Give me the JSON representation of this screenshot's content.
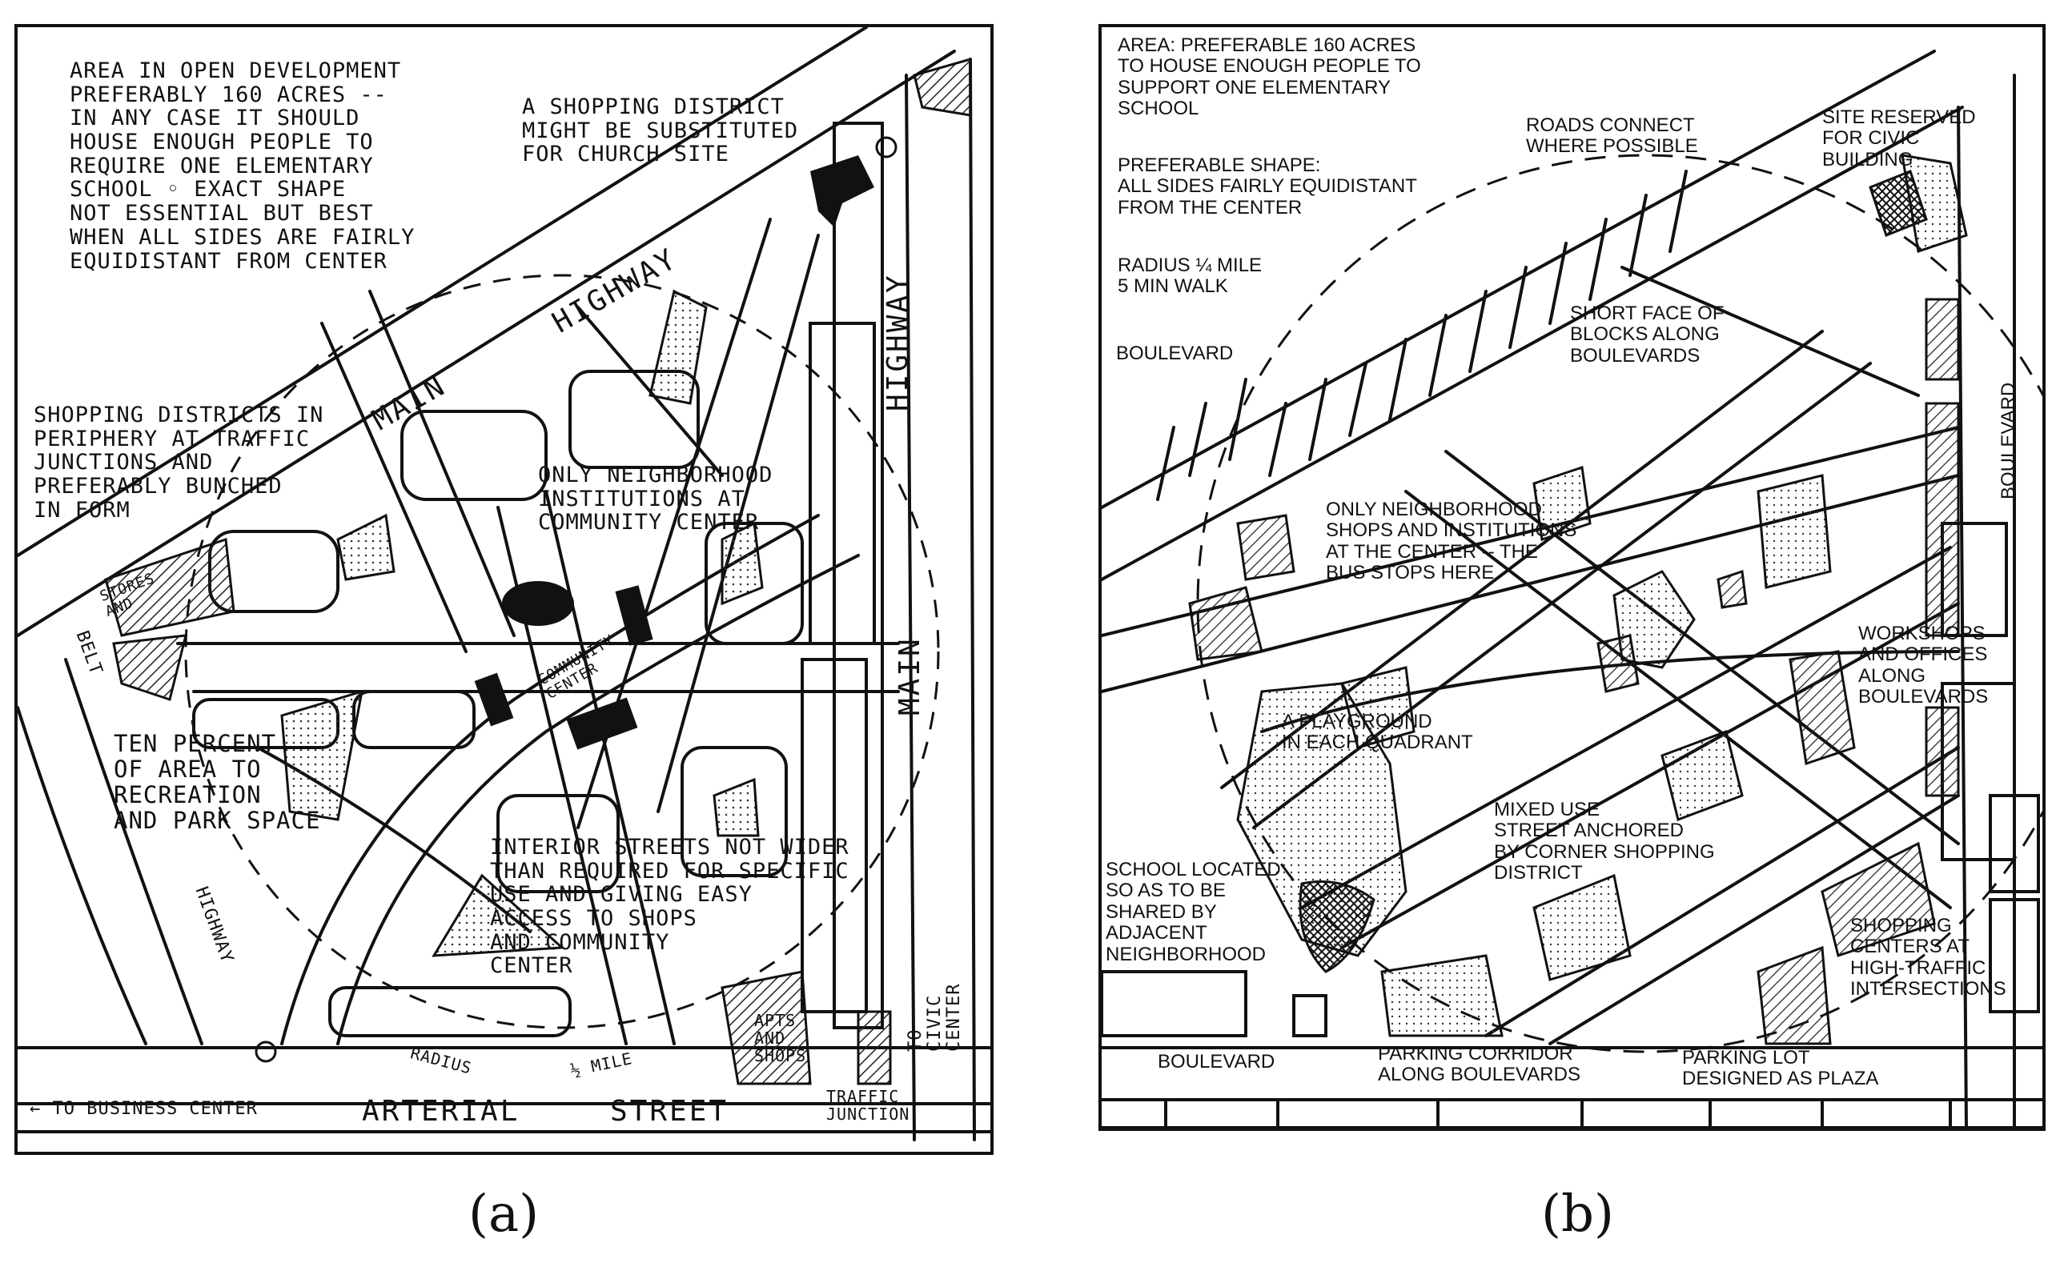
{
  "panel_a": {
    "caption": "(a)",
    "labels": {
      "area_note": "AREA IN OPEN DEVELOPMENT\nPREFERABLY 160 ACRES --\nIN ANY CASE IT SHOULD\nHOUSE ENOUGH PEOPLE TO\nREQUIRE ONE ELEMENTARY\nSCHOOL ◦ EXACT SHAPE\nNOT ESSENTIAL BUT BEST\nWHEN ALL SIDES ARE FAIRLY\nEQUIDISTANT FROM CENTER",
      "shopping_substitute": "A SHOPPING DISTRICT\nMIGHT BE SUBSTITUTED\nFOR CHURCH SITE",
      "highway_top": "HIGHWAY",
      "main_top": "MAIN",
      "highway_right": "HIGHWAY",
      "shopping_periphery": "SHOPPING DISTRICTS IN\nPERIPHERY AT TRAFFIC\nJUNCTIONS AND\nPREFERABLY BUNCHED\nIN FORM",
      "institutions": "ONLY NEIGHBORHOOD\nINSTITUTIONS AT\nCOMMUNITY CENTER",
      "stores": "STORES\nAND",
      "belt": "BELT",
      "community_center": "COMMUNITY\nCENTER",
      "main_right": "MAIN",
      "ten_percent": "TEN PERCENT\nOF AREA TO\nRECREATION\nAND PARK SPACE",
      "interior_streets": "INTERIOR STREETS NOT WIDER\nTHAN REQUIRED FOR SPECIFIC\nUSE AND GIVING EASY\nACCESS TO SHOPS\nAND COMMUNITY\nCENTER",
      "highway_left": "HIGHWAY",
      "to_civic_center": "TO CIVIC CENTER",
      "radius": "RADIUS",
      "half_mile": "½ MILE",
      "apts_shops": "APTS\nAND\nSHOPS",
      "to_business_center": "← TO BUSINESS CENTER",
      "arterial": "ARTERIAL",
      "street": "STREET",
      "traffic_junction": "TRAFFIC\nJUNCTION"
    }
  },
  "panel_b": {
    "caption": "(b)",
    "labels": {
      "area_note": "AREA: PREFERABLE 160 ACRES\nTO HOUSE ENOUGH PEOPLE TO\nSUPPORT ONE ELEMENTARY\nSCHOOL",
      "shape_note": "PREFERABLE SHAPE:\nALL SIDES FAIRLY EQUIDISTANT\nFROM THE CENTER",
      "roads_connect": "ROADS CONNECT\nWHERE POSSIBLE",
      "site_reserved": "SITE RESERVED\nFOR CIVIC\nBUILDING",
      "radius_walk": "RADIUS ¼ MILE\n5 MIN WALK",
      "short_face": "SHORT FACE OF\nBLOCKS ALONG\nBOULEVARDS",
      "boulevard_left": "BOULEVARD",
      "boulevard_right": "BOULEVARD",
      "only_neighborhood": "ONLY NEIGHBORHOOD\nSHOPS AND INSTITUTIONS\nAT THE CENTER -- THE\nBUS STOPS HERE",
      "workshops": "WORKSHOPS\nAND OFFICES\nALONG\nBOULEVARDS",
      "playground": "A PLAYGROUND\nIN EACH QUADRANT",
      "mixed_use": "MIXED USE\nSTREET ANCHORED\nBY CORNER SHOPPING\nDISTRICT",
      "school_located": "SCHOOL LOCATED\nSO AS TO BE\nSHARED BY\nADJACENT\nNEIGHBORHOOD",
      "shopping_centers": "SHOPPING\nCENTERS AT\nHIGH-TRAFFIC\nINTERSECTIONS",
      "boulevard_bottom": "BOULEVARD",
      "parking_corridor": "PARKING CORRIDOR\nALONG BOULEVARDS",
      "parking_lot": "PARKING LOT\nDESIGNED AS PLAZA"
    }
  }
}
